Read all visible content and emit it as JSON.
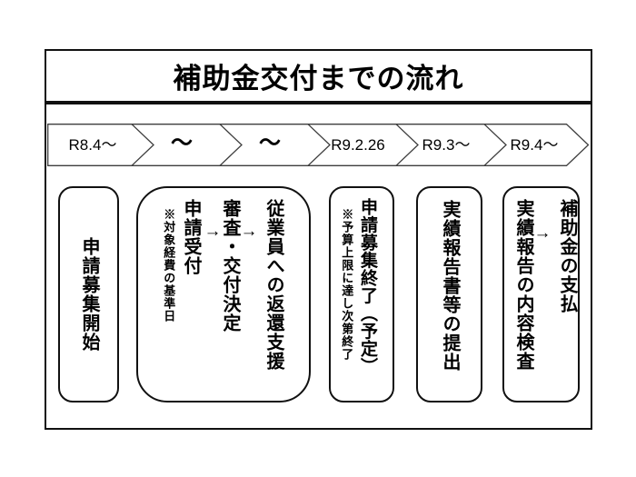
{
  "title": "補助金交付までの流れ",
  "timeline": {
    "segments": [
      {
        "label": "R8.4～"
      },
      {
        "label": "～"
      },
      {
        "label": "～"
      },
      {
        "label": "R9.2.26"
      },
      {
        "label": "R9.3～"
      },
      {
        "label": "R9.4～"
      }
    ]
  },
  "boxes": {
    "box1": {
      "text": "申請募集開始"
    },
    "box2": {
      "note": "※対象経費の基準日",
      "step1": "申請受付",
      "arrow1": "→",
      "step2": "審査・交付決定",
      "arrow2": "→",
      "step3": "従業員への返還支援"
    },
    "box3": {
      "note": "※予算上限に達し次第終了",
      "main": "申請募集終了（予定）"
    },
    "box4": {
      "text": "実績報告書等の提出"
    },
    "box5": {
      "step1": "実績報告の内容検査",
      "arrow": "→",
      "step2": "補助金の支払"
    }
  },
  "colors": {
    "ink": "#111111",
    "background": "#ffffff",
    "band_stroke": "#3d3d3d"
  }
}
